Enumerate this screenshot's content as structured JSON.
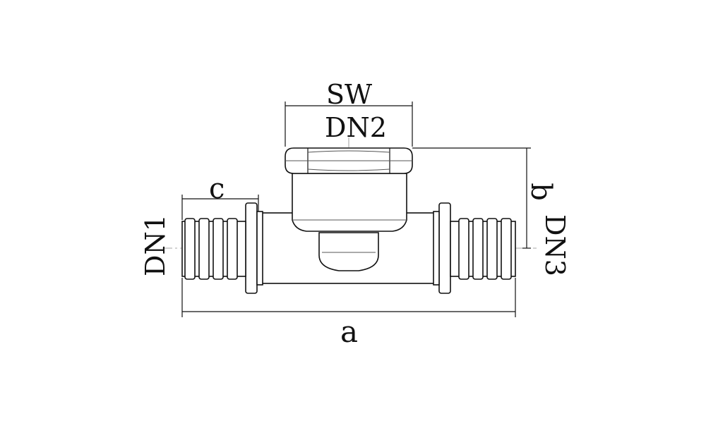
{
  "labels": {
    "sw": "SW",
    "dn2": "DN2",
    "c": "c",
    "b": "b",
    "dn1": "DN1",
    "dn3": "DN3",
    "a": "a"
  }
}
